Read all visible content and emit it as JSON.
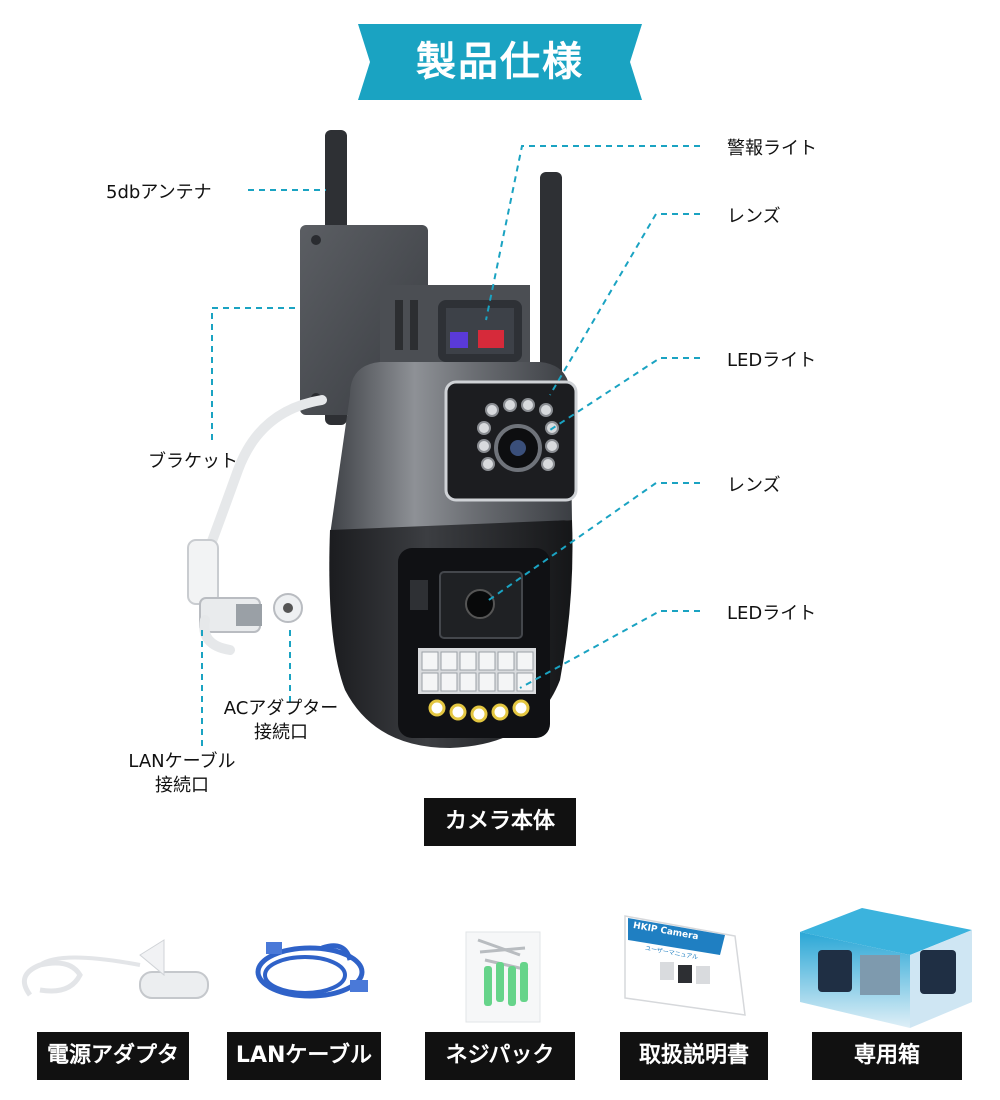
{
  "title": "製品仕様",
  "colors": {
    "banner": "#1aa3c2",
    "leader": "#1aa3c2",
    "label_bg": "#111111"
  },
  "callouts": {
    "alarm_light": "警報ライト",
    "lens_top": "レンズ",
    "led_top": "LEDライト",
    "lens_bottom": "レンズ",
    "led_bottom": "LEDライト",
    "antenna": "5dbアンテナ",
    "bracket": "ブラケット",
    "ac_port_line1": "ACアダプター",
    "ac_port_line2": "接続口",
    "lan_port_line1": "LANケーブル",
    "lan_port_line2": "接続口"
  },
  "main_label": "カメラ本体",
  "accessories": [
    {
      "label": "電源アダプタ",
      "icon": "power-adapter-image"
    },
    {
      "label": "LANケーブル",
      "icon": "lan-cable-image"
    },
    {
      "label": "ネジパック",
      "icon": "screw-pack-image"
    },
    {
      "label": "取扱説明書",
      "icon": "manual-image"
    },
    {
      "label": "専用箱",
      "icon": "box-image"
    }
  ],
  "manual_cover": {
    "title": "HKIP Camera",
    "subtitle": "ユーザーマニュアル"
  }
}
